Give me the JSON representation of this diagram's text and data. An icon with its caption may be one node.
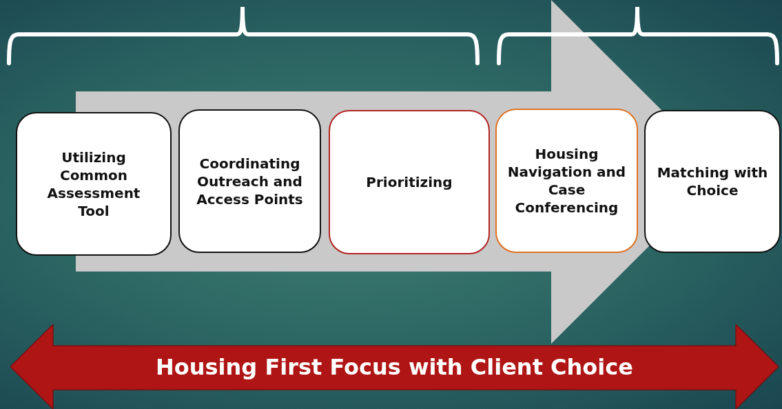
{
  "diagram": {
    "nodes": [
      {
        "text": [
          "Utilizing Common Assessment Tool"
        ]
      },
      {
        "text": [
          "Coordinating Outreach and Access Points"
        ]
      },
      {
        "text": [
          "Prioritizing"
        ]
      },
      {
        "text": [
          "Housing Navigation and Case Conferencing"
        ]
      },
      {
        "text": [
          "Matching with Choice"
        ]
      },
      {
        "text": [
          "Housing First Focus with Client Choice"
        ]
      }
    ],
    "edges": [
      {
        "from": 0,
        "to": 4,
        "arrow": "to"
      }
    ]
  }
}
